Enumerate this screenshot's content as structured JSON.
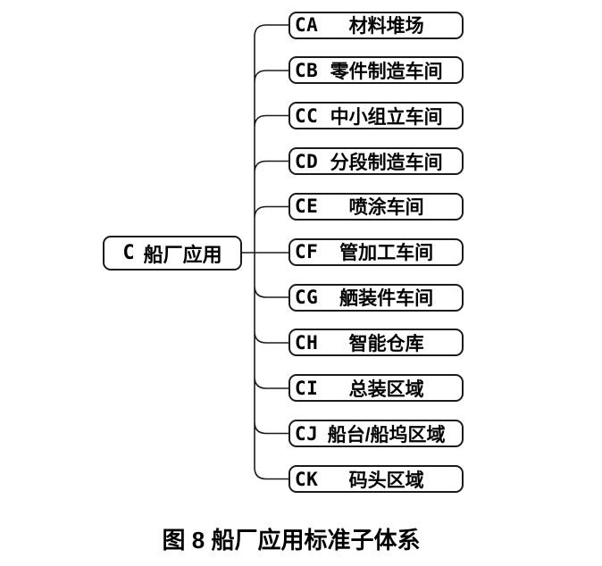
{
  "diagram": {
    "root": {
      "code": "C",
      "label": "船厂应用"
    },
    "branches": [
      {
        "code": "CA",
        "label": "材料堆场"
      },
      {
        "code": "CB",
        "label": "零件制造车间"
      },
      {
        "code": "CC",
        "label": "中小组立车间"
      },
      {
        "code": "CD",
        "label": "分段制造车间"
      },
      {
        "code": "CE",
        "label": "喷涂车间"
      },
      {
        "code": "CF",
        "label": "管加工车间"
      },
      {
        "code": "CG",
        "label": "舾装件车间"
      },
      {
        "code": "CH",
        "label": "智能仓库"
      },
      {
        "code": "CI",
        "label": "总装区域"
      },
      {
        "code": "CJ",
        "label": "船台/船坞区域"
      },
      {
        "code": "CK",
        "label": "码头区域"
      }
    ],
    "caption": "图 8  船厂应用标准子体系"
  },
  "colors": {
    "line": "#1b1b1b",
    "text": "#000000",
    "background": "#ffffff"
  }
}
